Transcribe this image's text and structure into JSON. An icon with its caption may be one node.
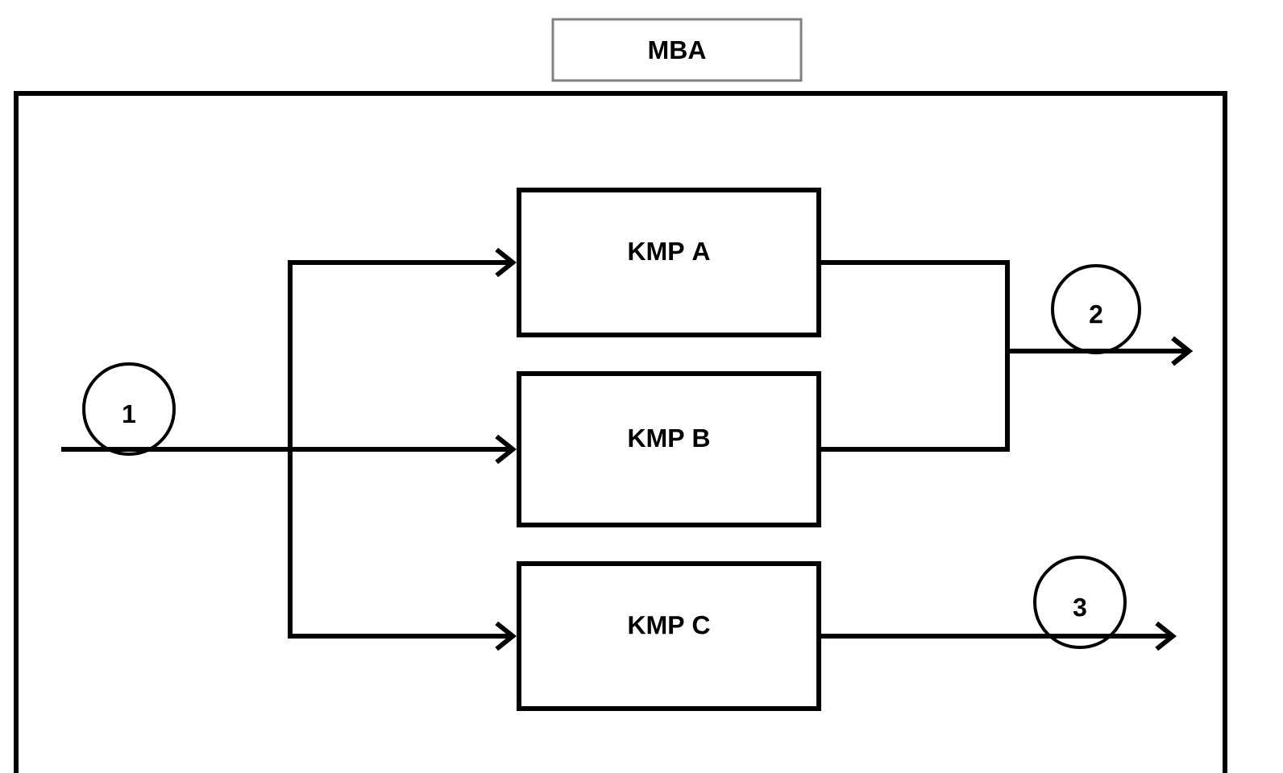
{
  "diagram": {
    "nodes": [
      {
        "text": [
          "MBA"
        ]
      },
      {
        "text": [],
        "shape": "box"
      },
      {
        "text": [
          "KMP A"
        ],
        "in": 1
      },
      {
        "text": [
          "KMP B"
        ],
        "in": 1
      },
      {
        "text": [
          "KMP C"
        ],
        "in": 1
      },
      {
        "text": [
          "1"
        ],
        "in": 1
      },
      {
        "text": [
          "2"
        ],
        "in": 1
      },
      {
        "text": [
          "3"
        ],
        "in": 1
      }
    ],
    "edges": [
      {
        "from": null,
        "to": 2,
        "arrow": "to"
      },
      {
        "from": null,
        "to": 3,
        "arrow": "to"
      },
      {
        "from": null,
        "to": 4,
        "arrow": "to"
      },
      {
        "from": 2,
        "to": null,
        "arrow": "to"
      },
      {
        "from": 3,
        "to": null,
        "arrow": "to"
      },
      {
        "from": 4,
        "to": null,
        "arrow": "to"
      }
    ]
  }
}
